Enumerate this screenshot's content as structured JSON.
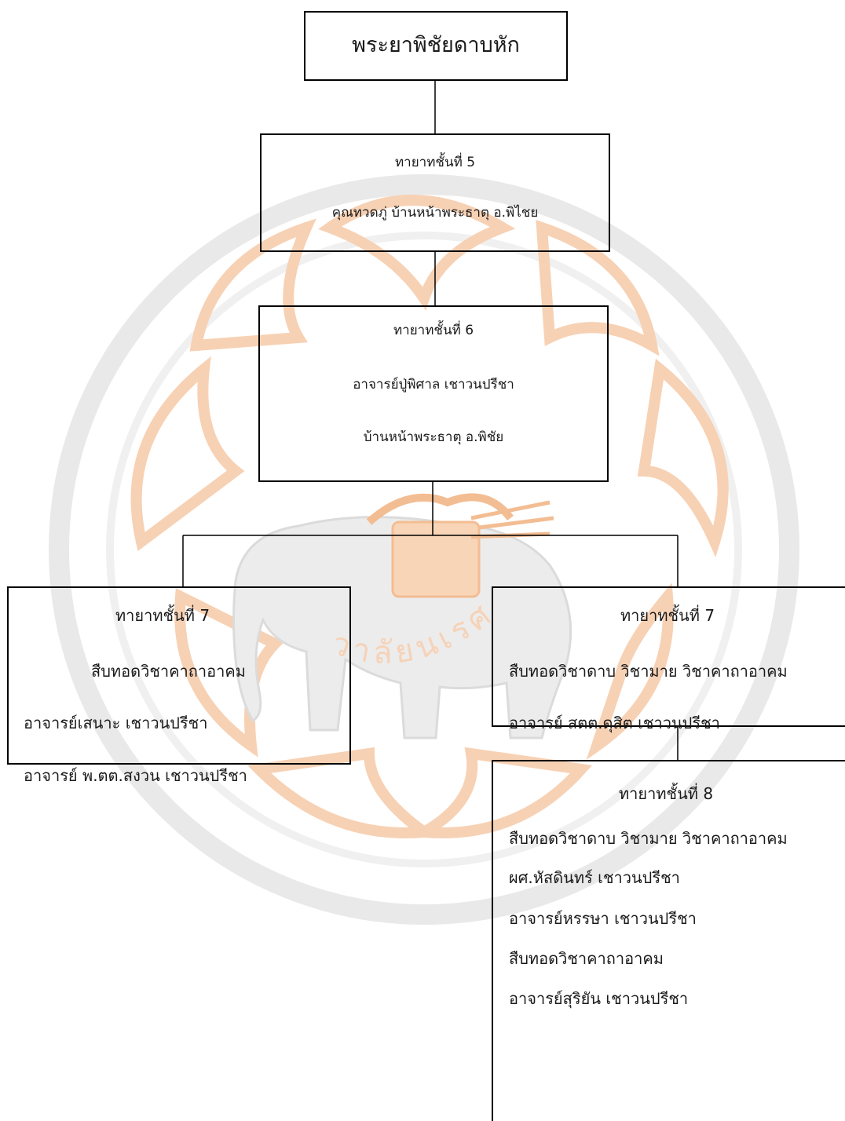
{
  "watermark": {
    "description_icon": "university-seal-elephant-watermark",
    "text": "วาลัยนเรศ",
    "colors": {
      "orange": "#f3b487",
      "gray": "#d9d9d9"
    }
  },
  "root": {
    "title": "พระยาพิชัยดาบหัก"
  },
  "gen5": {
    "heading": "ทายาทชั้นที่ 5",
    "line1": "คุณทวดภู่ บ้านหน้าพระธาตุ อ.พิไชย"
  },
  "gen6": {
    "heading": "ทายาทชั้นที่ 6",
    "line1": "อาจารย์ปู่พิศาล เชาวนปรีชา",
    "line2": "บ้านหน้าพระธาตุ อ.พิชัย"
  },
  "gen7_left": {
    "heading": "ทายาทชั้นที่ 7",
    "line1": "สืบทอดวิชาคาถาอาคม",
    "line2": "อาจารย์เสนาะ เชาวนปรีชา",
    "line3": "อาจารย์ พ.ตต.สงวน เชาวนปรีชา"
  },
  "gen7_right": {
    "heading": "ทายาทชั้นที่ 7",
    "line1": "สืบทอดวิชาดาบ วิชามาย วิชาคาถาอาคม",
    "line2": "อาจารย์ สตต.ดุสิต เชาวนปรีชา"
  },
  "gen8": {
    "heading": "ทายาทชั้นที่ 8",
    "line1": "สืบทอดวิชาดาบ วิชามาย วิชาคาถาอาคม",
    "line2": "ผศ.หัสดินทร์ เชาวนปรีชา",
    "line3": "อาจารย์หรรษา เชาวนปรีชา",
    "line4": "สืบทอดวิชาคาถาอาคม",
    "line5": "อาจารย์สุริยัน เชาวนปรีชา"
  },
  "colors": {
    "border": "#000000",
    "text": "#1a1a1a"
  }
}
